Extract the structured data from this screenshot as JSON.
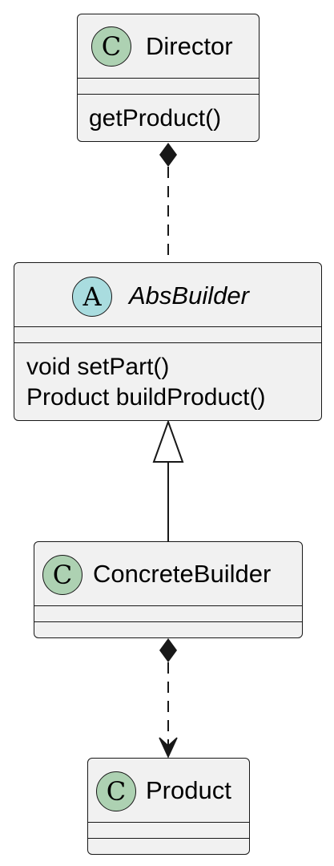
{
  "diagram": {
    "classes": [
      {
        "id": "director",
        "stereotype_letter": "C",
        "name": "Director",
        "abstract": false,
        "fields": [],
        "methods": [
          "getProduct()"
        ]
      },
      {
        "id": "absbuilder",
        "stereotype_letter": "A",
        "name": "AbsBuilder",
        "abstract": true,
        "fields": [],
        "methods": [
          "void setPart()",
          "Product buildProduct()"
        ]
      },
      {
        "id": "concretebuilder",
        "stereotype_letter": "C",
        "name": "ConcreteBuilder",
        "abstract": false,
        "fields": [],
        "methods": []
      },
      {
        "id": "product",
        "stereotype_letter": "C",
        "name": "Product",
        "abstract": false,
        "fields": [],
        "methods": []
      }
    ],
    "relations": [
      {
        "from": "director",
        "to": "absbuilder",
        "type": "composition-dashed"
      },
      {
        "from": "concretebuilder",
        "to": "absbuilder",
        "type": "generalization"
      },
      {
        "from": "concretebuilder",
        "to": "product",
        "type": "composition-dashed-directed"
      }
    ],
    "colors": {
      "class_fill": "#f1f1f1",
      "border": "#181818",
      "class_badge": "#add1b2",
      "abstract_badge": "#a9dcdf"
    }
  }
}
